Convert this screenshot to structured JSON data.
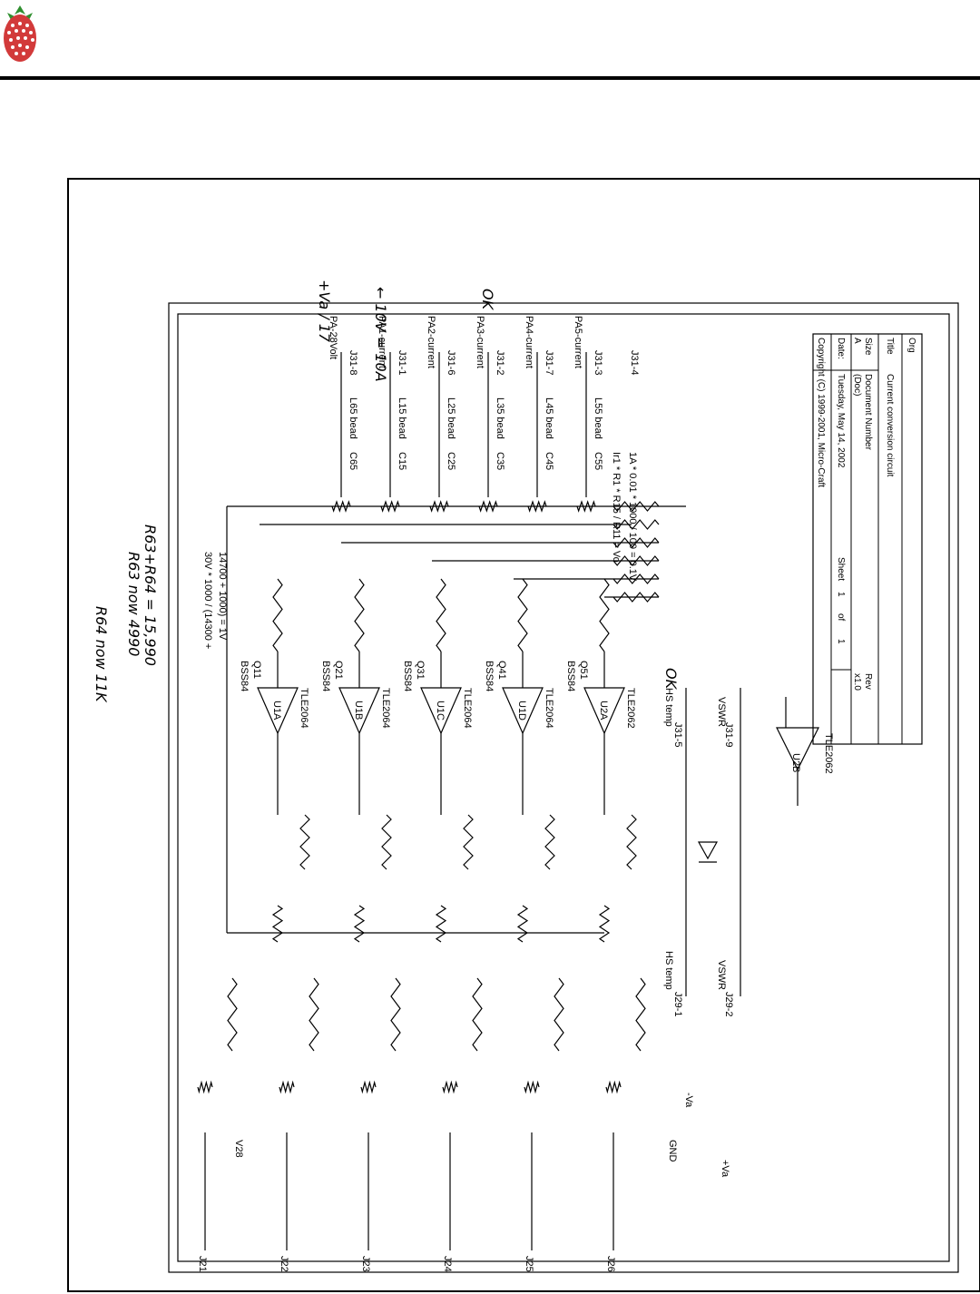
{
  "header": {
    "logo_icon": "strawberry-logo-icon",
    "rule_color": "#000000",
    "logo_color": "#d23a3a",
    "leaf_color": "#2f8f2f"
  },
  "schematic": {
    "title_block": {
      "copyright": "Copyright (C) 1999-2001, Micro-Craft",
      "org_label": "Org",
      "title_label": "Title",
      "title_value": "Current conversion circuit",
      "size_label": "Size",
      "size_value": "A",
      "docnum_label": "Document Number",
      "docnum_value": "(Doc)",
      "rev_label": "Rev",
      "rev_value": "x1.0",
      "date_label": "Date:",
      "date_value": "Tuesday, May 14, 2002",
      "sheet_label": "Sheet",
      "sheet_value": "1",
      "of_label": "of",
      "of_value": "1"
    },
    "outputs": [
      {
        "net": "PA-28Volt",
        "pin": "J31-8",
        "bead": "L65 bead",
        "cap": "C65"
      },
      {
        "net": "PA1-current",
        "pin": "J31-1",
        "bead": "L15 bead",
        "cap": "C15"
      },
      {
        "net": "PA2-current",
        "pin": "J31-6",
        "bead": "L25 bead",
        "cap": "C25"
      },
      {
        "net": "PA3-current",
        "pin": "J31-2",
        "bead": "L35 bead",
        "cap": "C35"
      },
      {
        "net": "PA4-current",
        "pin": "J31-7",
        "bead": "L45 bead",
        "cap": "C45"
      },
      {
        "net": "PA5-current",
        "pin": "J31-3",
        "bead": "L55 bead",
        "cap": "C55"
      }
    ],
    "j31_4": "J31-4",
    "inputs": [
      "J21",
      "J22",
      "J23",
      "J24",
      "J25",
      "J26"
    ],
    "equations": [
      "30V * 1000 / (14300 +",
      "14700 + 1000) = 1V",
      "Ir1 * R1 * R15 / R11 = Vo",
      "1A * 0.01 * 1000 / 100 = 0.1V"
    ],
    "annotations": {
      "vo_17": "+Va / 17",
      "ten_v": "← 10V = 10A",
      "ok_top": "OK",
      "r64_now": "R64 now 11K",
      "r63_now": "R63 now 4990",
      "r63_r64": "R63+R64 = 15,990",
      "ok_mid": "OK"
    },
    "opamps": [
      "U1A",
      "U1B",
      "U1C",
      "U1D",
      "U2A"
    ],
    "opamp_part": "TLE2064",
    "u2a_part": "TLE2062",
    "u2b": "U2B",
    "u2b_part": "TLE2062",
    "fets": [
      "Q11",
      "Q21",
      "Q31",
      "Q41",
      "Q51"
    ],
    "fet_part": "BSS84",
    "hs_temp": "HS temp",
    "vswr": "VSWR",
    "j31_5": "J31-5",
    "j31_9": "J31-9",
    "j29_1": "J29-1",
    "j29_2": "J29-2",
    "gnd": "GND",
    "v28": "V28",
    "va": "+Va",
    "neg_va": "-Va"
  }
}
